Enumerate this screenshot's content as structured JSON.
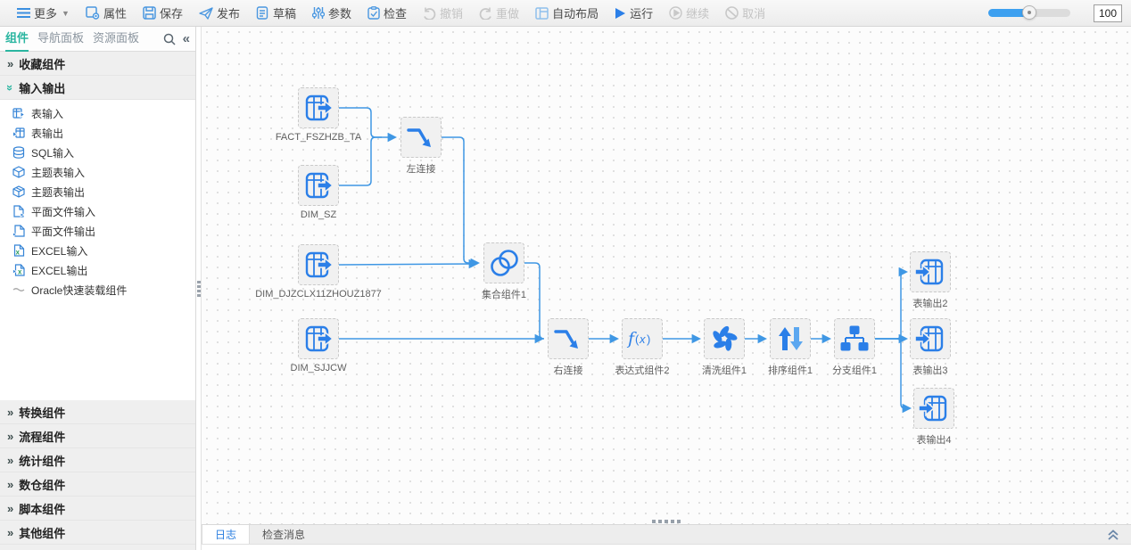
{
  "toolbar": {
    "more": "更多",
    "properties": "属性",
    "save": "保存",
    "publish": "发布",
    "draft": "草稿",
    "params": "参数",
    "check": "检查",
    "undo": "撤销",
    "redo": "重做",
    "auto_layout": "自动布局",
    "run": "运行",
    "resume": "继续",
    "cancel": "取消",
    "zoom_value": "100"
  },
  "sidebar": {
    "active_tab": "组件",
    "tabs": {
      "components": "组件",
      "navigation": "导航面板",
      "resources": "资源面板"
    },
    "sections": {
      "favorites": "收藏组件",
      "io": "输入输出",
      "io_items": [
        "表输入",
        "表输出",
        "SQL输入",
        "主题表输入",
        "主题表输出",
        "平面文件输入",
        "平面文件输出",
        "EXCEL输入",
        "EXCEL输出",
        "Oracle快速装载组件"
      ],
      "transform": "转换组件",
      "flow": "流程组件",
      "stats": "统计组件",
      "warehouse": "数仓组件",
      "script": "脚本组件",
      "other": "其他组件"
    }
  },
  "canvas": {
    "nodes": [
      {
        "label": "FACT_FSZHZB_TA",
        "type": "table-input"
      },
      {
        "label": "DIM_SZ",
        "type": "table-input"
      },
      {
        "label": "左连接",
        "type": "join"
      },
      {
        "label": "DIM_DJZCLX11ZHOUZ1877",
        "type": "table-input"
      },
      {
        "label": "集合组件1",
        "type": "set"
      },
      {
        "label": "DIM_SJJCW",
        "type": "table-input"
      },
      {
        "label": "右连接",
        "type": "join"
      },
      {
        "label": "表达式组件2",
        "type": "expression"
      },
      {
        "label": "清洗组件1",
        "type": "clean"
      },
      {
        "label": "排序组件1",
        "type": "sort"
      },
      {
        "label": "分支组件1",
        "type": "branch"
      },
      {
        "label": "表输出2",
        "type": "table-output"
      },
      {
        "label": "表输出3",
        "type": "table-output"
      },
      {
        "label": "表输出4",
        "type": "table-output"
      }
    ]
  },
  "bottom_panel": {
    "active_tab": "日志",
    "tabs": {
      "log": "日志",
      "check_messages": "检查消息"
    }
  },
  "colors": {
    "accent_teal": "#2ab5a0",
    "node_icon_blue": "#2b7fe8",
    "edge_blue": "#3f97e4",
    "log_tab_active_blue": "#2b7fe0",
    "slider_blue": "#3da0f0"
  }
}
